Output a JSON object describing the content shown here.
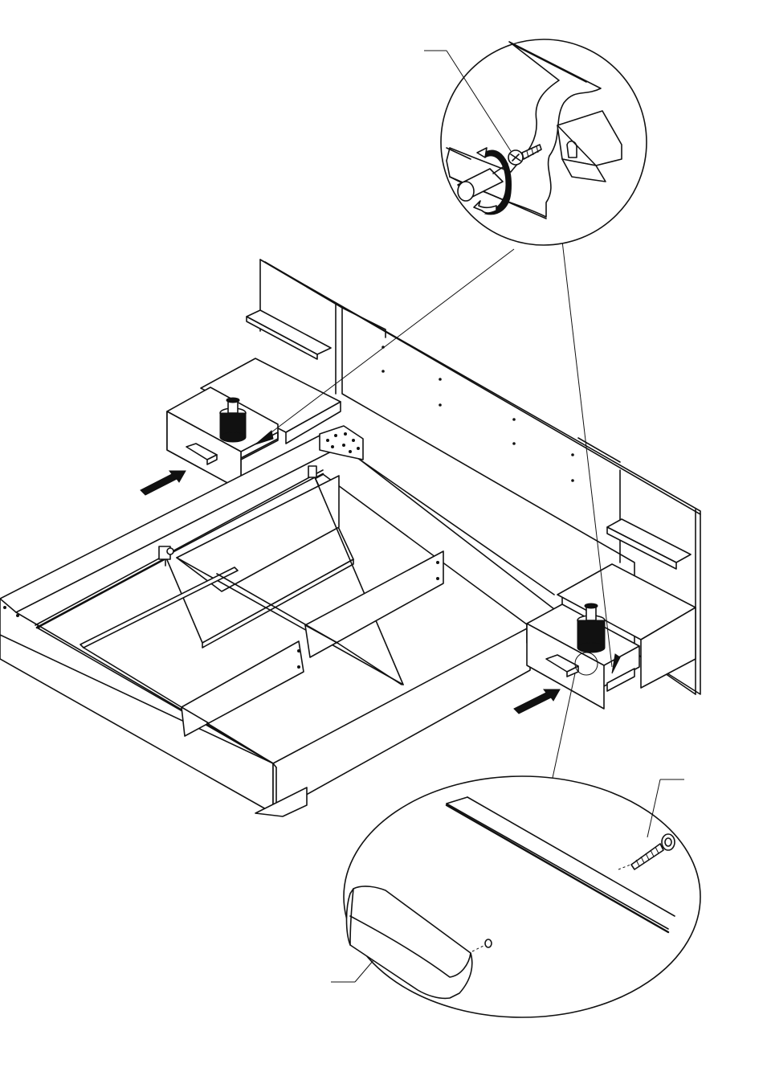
{
  "diagram": {
    "kind": "assembly-instruction",
    "colors": {
      "line": "#111111",
      "background": "#ffffff",
      "fill": "#ffffff"
    },
    "icons": [
      "screwdriver-icon",
      "rotation-arrow-icon",
      "push-arrow-icon",
      "screw-icon",
      "handle-icon",
      "bracket-icon"
    ],
    "callouts": [
      {
        "name": "callout-top-screw"
      },
      {
        "name": "callout-bottom-handle"
      }
    ]
  }
}
